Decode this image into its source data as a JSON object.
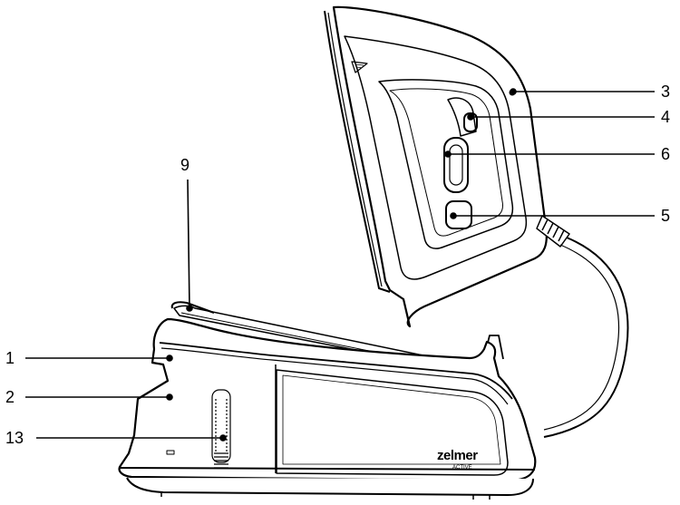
{
  "diagram": {
    "callouts": [
      {
        "id": "c1",
        "number": "1"
      },
      {
        "id": "c2",
        "number": "2"
      },
      {
        "id": "c13",
        "number": "13"
      },
      {
        "id": "c9",
        "number": "9"
      },
      {
        "id": "c3",
        "number": "3"
      },
      {
        "id": "c4",
        "number": "4"
      },
      {
        "id": "c6",
        "number": "6"
      },
      {
        "id": "c5",
        "number": "5"
      }
    ],
    "brand": {
      "name": "zelmer",
      "model": "ACTIVE"
    }
  }
}
